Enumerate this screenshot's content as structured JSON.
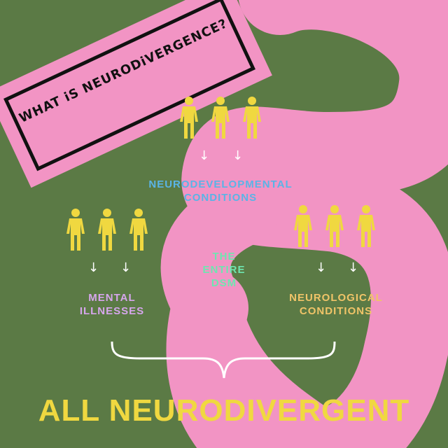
{
  "header": {
    "title": "WHAT iS NEURODiVERGENCE?"
  },
  "groups": {
    "neurodevelopmental": "NEURODEVELOPMENTAL CONDITIONS",
    "mental": "MENTAL ILLNESSES",
    "center": "THE ENTIRE DSM",
    "neurological": "NEUROLOGICAL CONDITIONS"
  },
  "footer": {
    "title": "ALL NEURODIVERGENT"
  },
  "colors": {
    "background": "#5b7a45",
    "pink": "#f294c4",
    "yellow": "#f0d840",
    "blue": "#5ab4e6",
    "lavender": "#d6a6ec",
    "teal": "#6ee6b0",
    "orange": "#f0c468"
  },
  "icons": {
    "person": "person-icon",
    "arrow": "arrow-down-icon",
    "brace": "curly-brace-icon"
  }
}
